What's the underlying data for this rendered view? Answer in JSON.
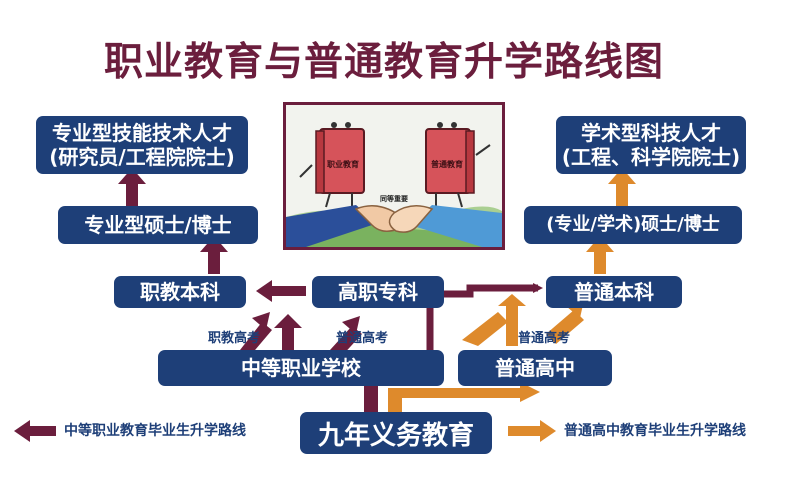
{
  "title": "职业教育与普通教育升学路线图",
  "illustration": {
    "book_left": "职业教育",
    "book_right": "普通教育",
    "caption": "同等重要"
  },
  "boxes": {
    "skilled_talent_line1": "专业型技能技术人才",
    "skilled_talent_line2": "(研究员/工程院院士)",
    "academic_talent_line1": "学术型科技人才",
    "academic_talent_line2": "(工程、科学院院士)",
    "prof_master": "专业型硕士/博士",
    "acad_master": "(专业/学术)硕士/博士",
    "voc_bachelor": "职教本科",
    "higher_voc": "高职专科",
    "general_bachelor": "普通本科",
    "secondary_voc": "中等职业学校",
    "general_high": "普通高中",
    "compulsory": "九年义务教育"
  },
  "edge_labels": {
    "voc_exam": "职教高考",
    "general_exam_left": "普通高考",
    "general_exam_right": "普通高考"
  },
  "legend": {
    "vocational_route": "中等职业教育毕业生升学路线",
    "general_route": "普通高中教育毕业生升学路线"
  },
  "colors": {
    "navy": "#1e3f78",
    "maroon": "#6b1e3d",
    "orange": "#de8a2c",
    "arrow_blue": "#1e3f78"
  }
}
